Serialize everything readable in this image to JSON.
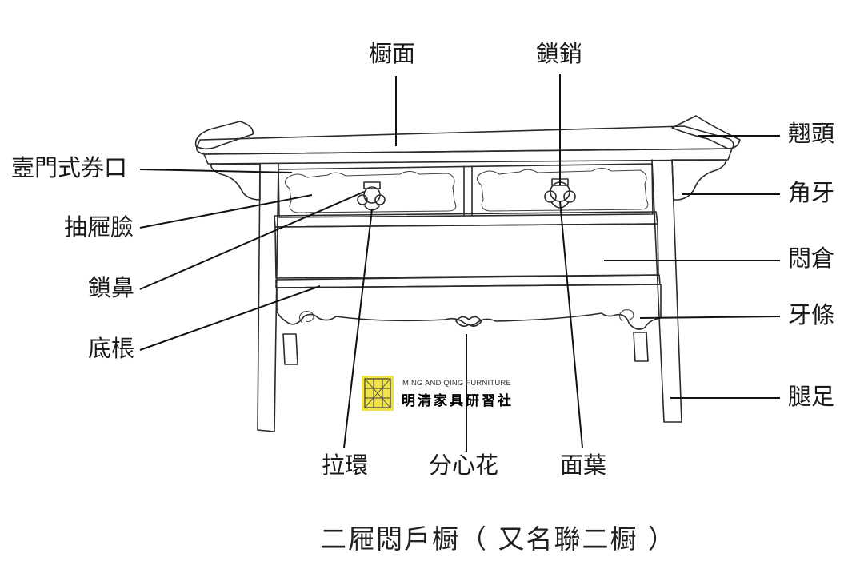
{
  "diagram": {
    "labels": {
      "top_surface": "橱面",
      "lock_pin": "鎖銷",
      "everted_end": "翹頭",
      "arch_apron": "壼門式券口",
      "corner_spandrel": "角牙",
      "drawer_front": "抽屜臉",
      "hidden_compartment": "悶倉",
      "lock_plate": "鎖鼻",
      "bottom_stretcher": "底棖",
      "apron_strip": "牙條",
      "leg_foot": "腿足",
      "pull_ring": "拉環",
      "center_flower": "分心花",
      "face_plate": "面葉"
    },
    "caption": "二屜悶戶橱（ 又名聯二橱 ）",
    "logo": {
      "english": "MING AND QING FURNITURE",
      "chinese": "明清家具研習社",
      "accent_color": "#f2e24a"
    }
  }
}
